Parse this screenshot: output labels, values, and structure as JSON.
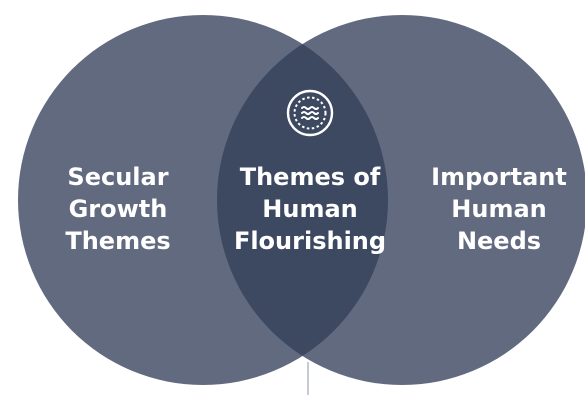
{
  "diagram": {
    "type": "venn",
    "colors": {
      "circle": "#626a80",
      "intersection": "#3d4861",
      "text": "#ffffff",
      "icon": "#ffffff",
      "connector": "#c6cbd3"
    },
    "left_circle": {
      "label": "Secular\nGrowth\nThemes"
    },
    "right_circle": {
      "label": "Important\nHuman\nNeeds"
    },
    "intersection": {
      "label": "Themes of\nHuman\nFlourishing",
      "icon": "waves-in-circle-icon"
    }
  }
}
